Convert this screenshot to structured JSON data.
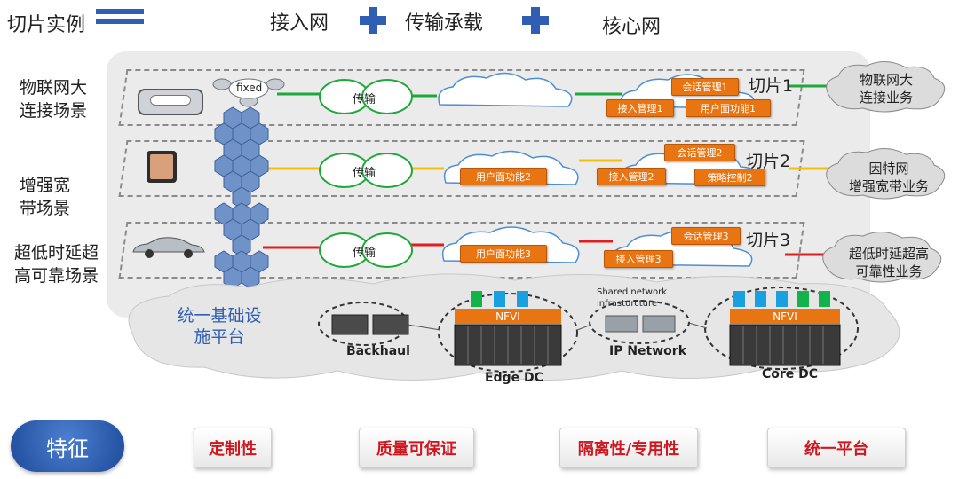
{
  "header": {
    "title": "切片实例",
    "col1": "接入网",
    "col2": "传输承载",
    "col3": "核心网"
  },
  "scenarios": [
    {
      "line1": "物联网大",
      "line2": "连接场景"
    },
    {
      "line1": "增强宽",
      "line2": "带场景"
    },
    {
      "line1": "超低时延超",
      "line2": "高可靠场景"
    }
  ],
  "access": {
    "fixed_label": "fixed"
  },
  "transport_label": "传输",
  "slices": [
    {
      "label": "切片1",
      "color": "#1fa83a",
      "functions": [
        "会话管理1",
        "接入管理1",
        "用户面功能1"
      ],
      "service": {
        "line1": "物联网大",
        "line2": "连接业务"
      }
    },
    {
      "label": "切片2",
      "color": "#f2c10a",
      "functions": [
        "用户面功能2",
        "会话管理2",
        "接入管理2",
        "策略控制2"
      ],
      "service": {
        "line1": "因特网",
        "line2": "增强宽带业务"
      }
    },
    {
      "label": "切片3",
      "color": "#e01e1e",
      "functions": [
        "用户面功能3",
        "会话管理3",
        "接入管理3"
      ],
      "service": {
        "line1": "超低时延超高",
        "line2": "可靠性业务"
      }
    }
  ],
  "infrastructure": {
    "label_line1": "统一基础设",
    "label_line2": "施平台",
    "backhaul": "Backhaul",
    "nfvi": "NFVI",
    "edge_dc": "Edge DC",
    "shared_line1": "Shared network",
    "shared_line2": "infrasturcture",
    "ip_network": "IP Network",
    "core_dc": "Core DC"
  },
  "features": {
    "title": "特征",
    "items": [
      "定制性",
      "质量可保证",
      "隔离性/专用性",
      "统一平台"
    ]
  },
  "colors": {
    "accent_blue": "#2e5fb4",
    "feature_red": "#d0161f",
    "nfvi_orange": "#e87511"
  }
}
